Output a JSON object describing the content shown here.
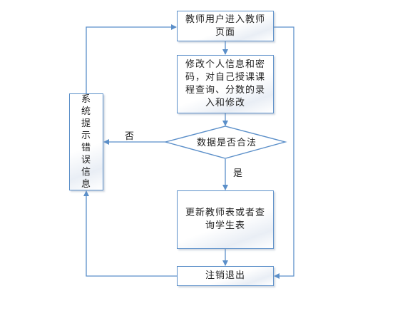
{
  "diagram": {
    "nodes": {
      "enter_page": "教师用户进入教师页面",
      "modify_info": "修改个人信息和密码，对自己授课课程查询、分数的录入和修改",
      "validate": "数据是否合法",
      "update_table": "更新教师表或者查询学生表",
      "logout": "注销退出",
      "error_prompt": "系统提示错误信息"
    },
    "edge_labels": {
      "no": "否",
      "yes": "是"
    },
    "colors": {
      "line": "#5b8fc9",
      "border": "#5b8fc9",
      "text": "#1f1f1f"
    }
  }
}
